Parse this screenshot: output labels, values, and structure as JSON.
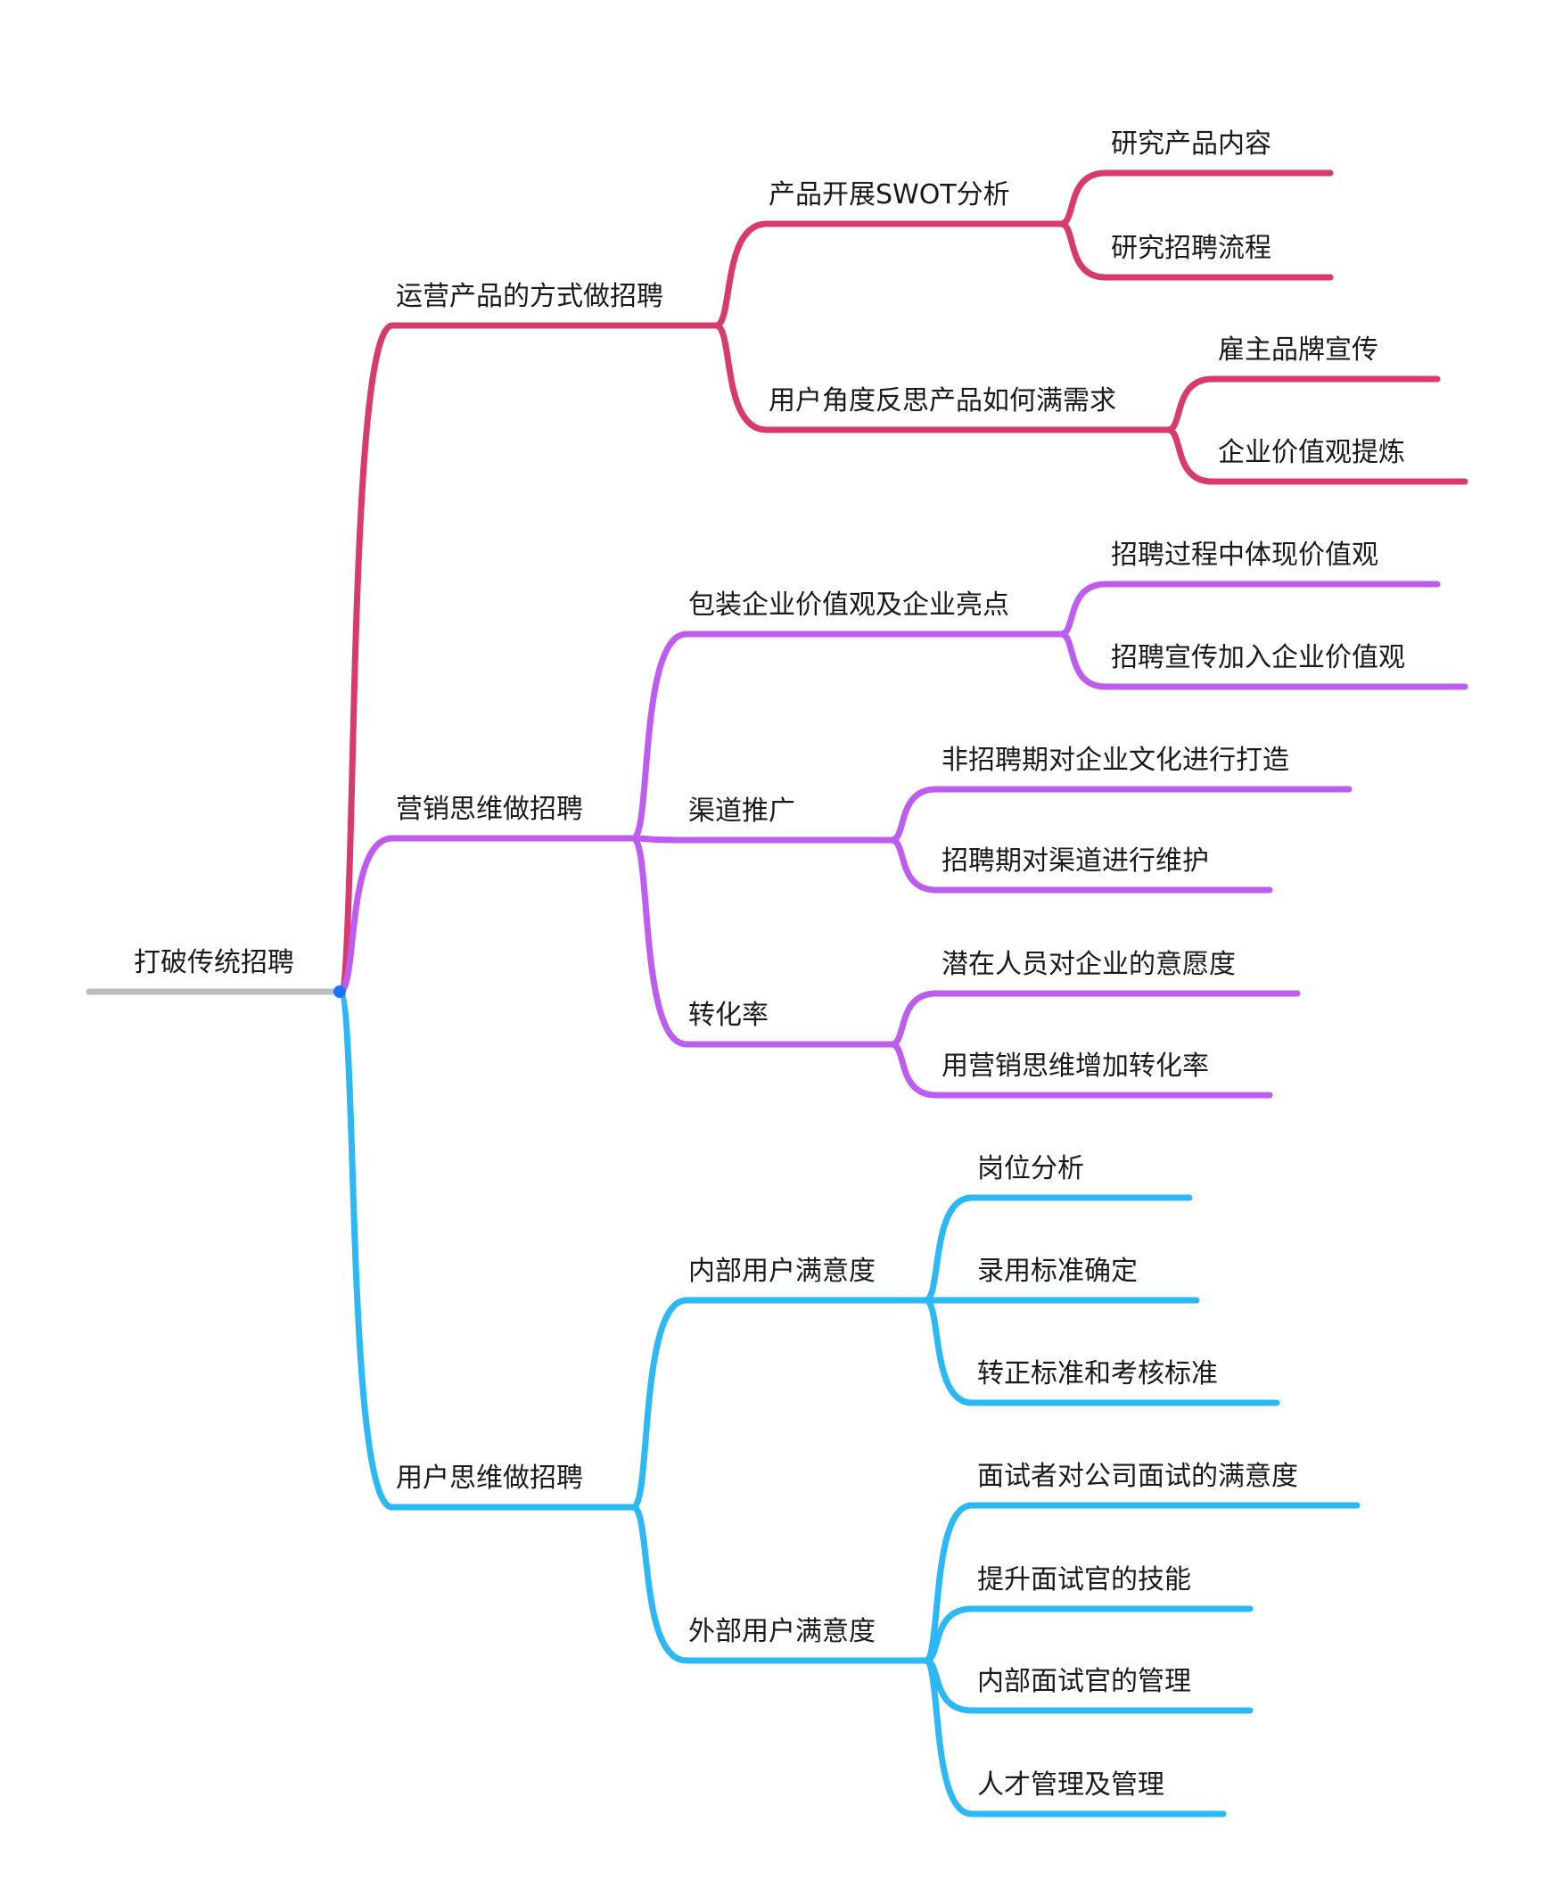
{
  "colors": {
    "root": "#bdbdbd",
    "dot": "#1e73ff",
    "branch_operate": "#d83a6b",
    "branch_marketing": "#bf5cf0",
    "branch_user": "#2bb8f5"
  },
  "root": {
    "label": "打破传统招聘"
  },
  "branches": [
    {
      "label": "运营产品的方式做招聘",
      "children": [
        {
          "label": "产品开展SWOT分析",
          "children": [
            {
              "label": "研究产品内容"
            },
            {
              "label": "研究招聘流程"
            }
          ]
        },
        {
          "label": "用户角度反思产品如何满需求",
          "children": [
            {
              "label": "雇主品牌宣传"
            },
            {
              "label": "企业价值观提炼"
            }
          ]
        }
      ]
    },
    {
      "label": "营销思维做招聘",
      "children": [
        {
          "label": "包装企业价值观及企业亮点",
          "children": [
            {
              "label": "招聘过程中体现价值观"
            },
            {
              "label": "招聘宣传加入企业价值观"
            }
          ]
        },
        {
          "label": "渠道推广",
          "children": [
            {
              "label": "非招聘期对企业文化进行打造"
            },
            {
              "label": "招聘期对渠道进行维护"
            }
          ]
        },
        {
          "label": "转化率",
          "children": [
            {
              "label": "潜在人员对企业的意愿度"
            },
            {
              "label": "用营销思维增加转化率"
            }
          ]
        }
      ]
    },
    {
      "label": "用户思维做招聘",
      "children": [
        {
          "label": "内部用户满意度",
          "children": [
            {
              "label": "岗位分析"
            },
            {
              "label": "录用标准确定"
            },
            {
              "label": "转正标准和考核标准"
            }
          ]
        },
        {
          "label": "外部用户满意度",
          "children": [
            {
              "label": "面试者对公司面试的满意度"
            },
            {
              "label": "提升面试官的技能"
            },
            {
              "label": "内部面试官的管理"
            },
            {
              "label": "人才管理及管理"
            }
          ]
        }
      ]
    }
  ]
}
